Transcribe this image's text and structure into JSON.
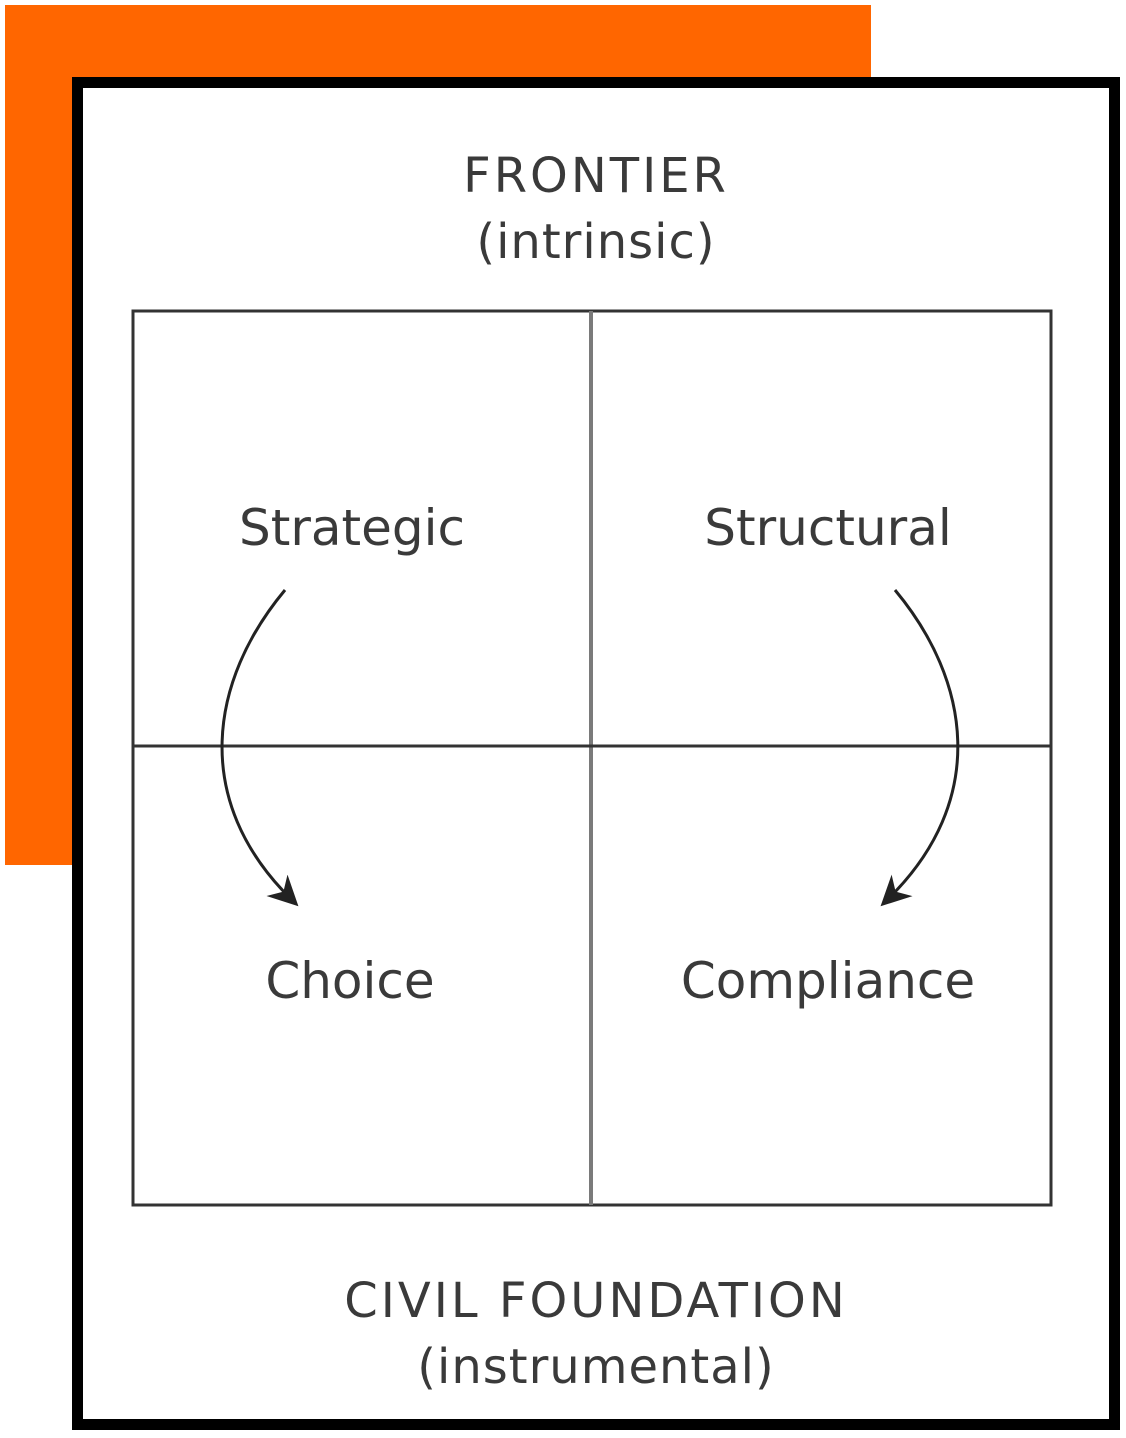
{
  "header": {
    "title": "FRONTIER",
    "subtitle": "(intrinsic)"
  },
  "quadrants": {
    "top_left": "Strategic",
    "top_right": "Structural",
    "bottom_left": "Choice",
    "bottom_right": "Compliance"
  },
  "footer": {
    "title": "CIVIL FOUNDATION",
    "subtitle": "(instrumental)"
  },
  "colors": {
    "accent": "#ff6600",
    "frame": "#000000",
    "text": "#3a3a3a"
  }
}
